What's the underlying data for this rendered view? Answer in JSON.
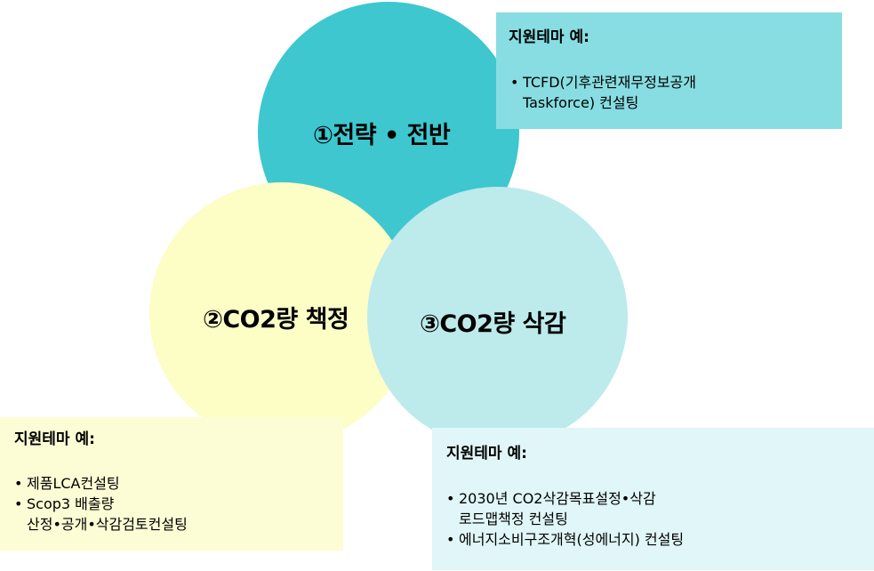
{
  "circles": {
    "strategy": {
      "label": "①전략 • 전반",
      "color": "#3EC7CE"
    },
    "calculation": {
      "label": "②CO2량 책정",
      "color": "#FDFDC6"
    },
    "reduction": {
      "label": "③CO2량 삭감",
      "color": "#BDEAEA"
    }
  },
  "boxes": {
    "strategy": {
      "title": "지원테마 예:",
      "color": "#87DDE2",
      "items": [
        {
          "lines": [
            "TCFD(기후관련재무정보공개",
            "Taskforce) 컨설팅"
          ]
        }
      ]
    },
    "calculation": {
      "title": "지원테마 예:",
      "color": "#FDFDD5",
      "items": [
        {
          "lines": [
            "제품LCA컨설팅"
          ]
        },
        {
          "lines": [
            "Scop3 배출량",
            "산정•공개•삭감검토컨설팅"
          ]
        }
      ]
    },
    "reduction": {
      "title": "지원테마 예:",
      "color": "#E0F6F8",
      "items": [
        {
          "lines": [
            "2030년 CO2삭감목표설정•삭감",
            "로드맵책정 컨설팅"
          ]
        },
        {
          "lines": [
            "에너지소비구조개혁(성에너지) 컨설팅"
          ]
        }
      ]
    }
  }
}
